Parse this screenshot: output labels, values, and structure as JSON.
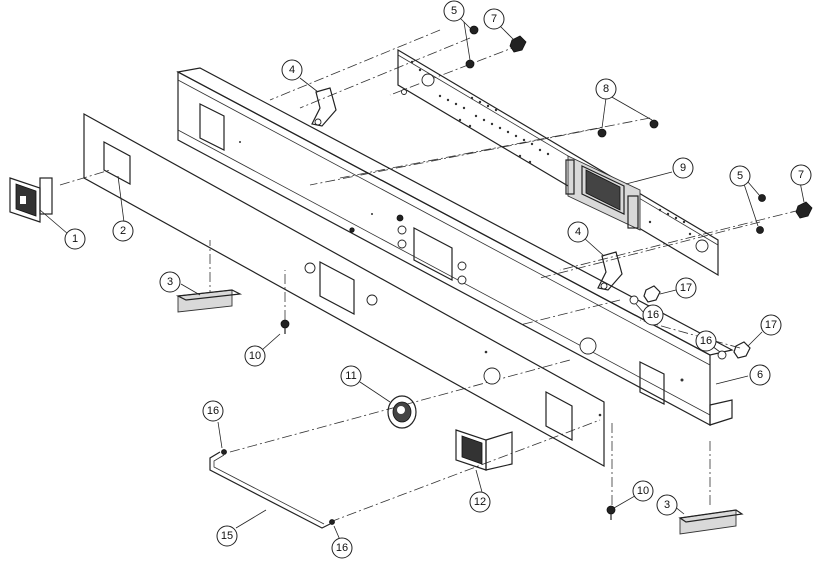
{
  "callouts": [
    {
      "id": "c1",
      "label": "1"
    },
    {
      "id": "c2",
      "label": "2"
    },
    {
      "id": "c3a",
      "label": "3"
    },
    {
      "id": "c3b",
      "label": "3"
    },
    {
      "id": "c4a",
      "label": "4"
    },
    {
      "id": "c4b",
      "label": "4"
    },
    {
      "id": "c5a",
      "label": "5"
    },
    {
      "id": "c5b",
      "label": "5"
    },
    {
      "id": "c6",
      "label": "6"
    },
    {
      "id": "c7a",
      "label": "7"
    },
    {
      "id": "c7b",
      "label": "7"
    },
    {
      "id": "c8",
      "label": "8"
    },
    {
      "id": "c9",
      "label": "9"
    },
    {
      "id": "c10a",
      "label": "10"
    },
    {
      "id": "c10b",
      "label": "10"
    },
    {
      "id": "c11",
      "label": "11"
    },
    {
      "id": "c12",
      "label": "12"
    },
    {
      "id": "c15",
      "label": "15"
    },
    {
      "id": "c16a",
      "label": "16"
    },
    {
      "id": "c16b",
      "label": "16"
    },
    {
      "id": "c16c",
      "label": "16"
    },
    {
      "id": "c16d",
      "label": "16"
    },
    {
      "id": "c17a",
      "label": "17"
    },
    {
      "id": "c17b",
      "label": "17"
    }
  ]
}
